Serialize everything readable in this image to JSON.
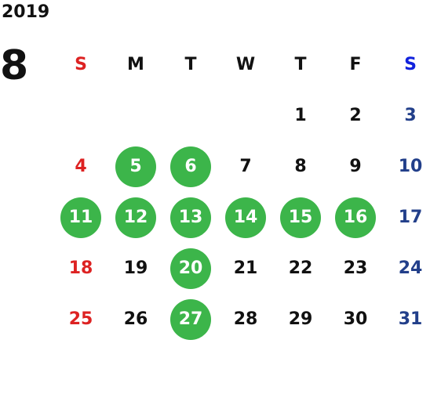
{
  "calendar": {
    "year": "2019",
    "month": "8",
    "weekdays": [
      "S",
      "M",
      "T",
      "W",
      "T",
      "F",
      "S"
    ],
    "weeks": [
      [
        "",
        "",
        "",
        "",
        "1",
        "2",
        "3"
      ],
      [
        "4",
        "5",
        "6",
        "7",
        "8",
        "9",
        "10"
      ],
      [
        "11",
        "12",
        "13",
        "14",
        "15",
        "16",
        "17"
      ],
      [
        "18",
        "19",
        "20",
        "21",
        "22",
        "23",
        "24"
      ],
      [
        "25",
        "26",
        "27",
        "28",
        "29",
        "30",
        "31"
      ]
    ],
    "highlighted_days": [
      "5",
      "6",
      "11",
      "12",
      "13",
      "14",
      "15",
      "16",
      "20",
      "27"
    ]
  },
  "colors": {
    "sunday": "#dd2222",
    "saturday_header": "#1122dd",
    "saturday": "#223f8a",
    "weekday": "#111111",
    "highlight": "#3cb54a"
  }
}
